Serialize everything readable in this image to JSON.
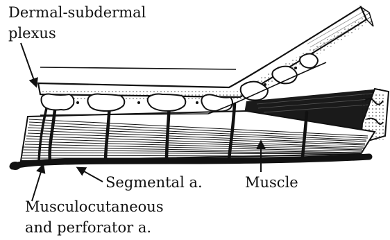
{
  "labels": {
    "dermal_subdermal_plexus": [
      "Dermal-subdermal",
      "plexus"
    ],
    "segmental_artery": "Segmental a.",
    "muscle": "Muscle",
    "musculocutaneous_perforator": [
      "Musculocutaneous",
      "and perforator a."
    ]
  },
  "colors": {
    "ink": "#111111",
    "background": "#ffffff"
  }
}
